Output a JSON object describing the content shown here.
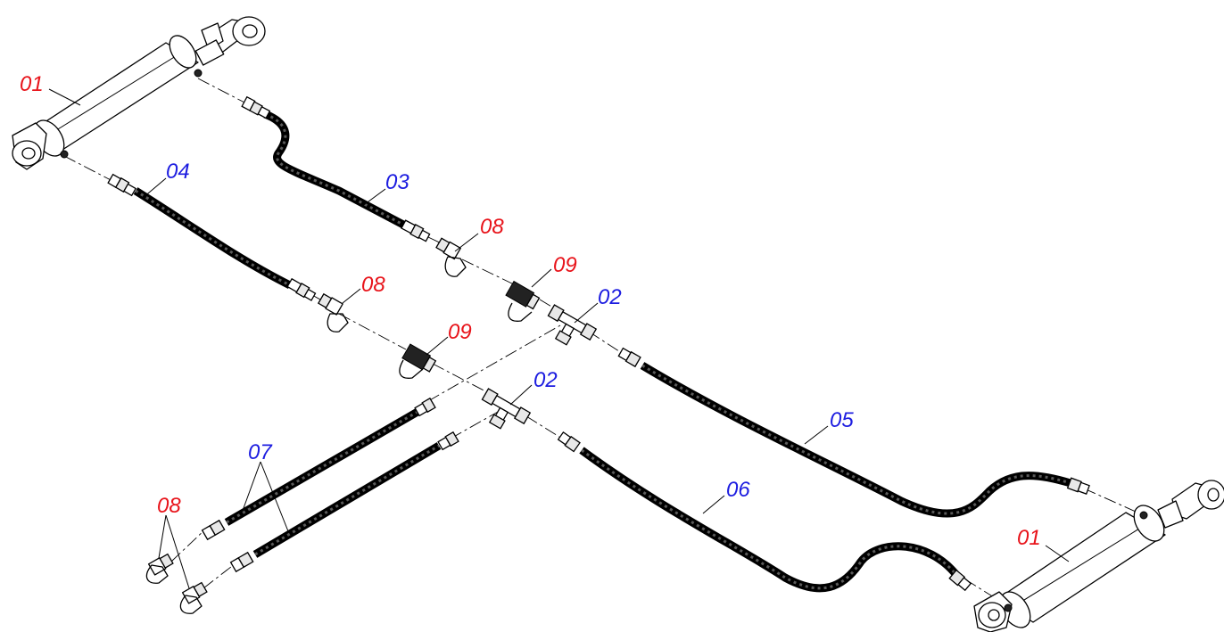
{
  "colors": {
    "part_red": "#e8141b",
    "part_blue": "#1d1de0"
  },
  "callouts": {
    "cylinder_top": "01",
    "cylinder_bottom": "01",
    "tee_upper": "02",
    "tee_lower": "02",
    "hose_03": "03",
    "hose_04": "04",
    "hose_05": "05",
    "hose_06": "06",
    "hoses_07": "07",
    "plug_upper": "08",
    "plug_middle": "08",
    "plugs_lower": "08",
    "cap_upper": "09",
    "cap_lower": "09"
  }
}
